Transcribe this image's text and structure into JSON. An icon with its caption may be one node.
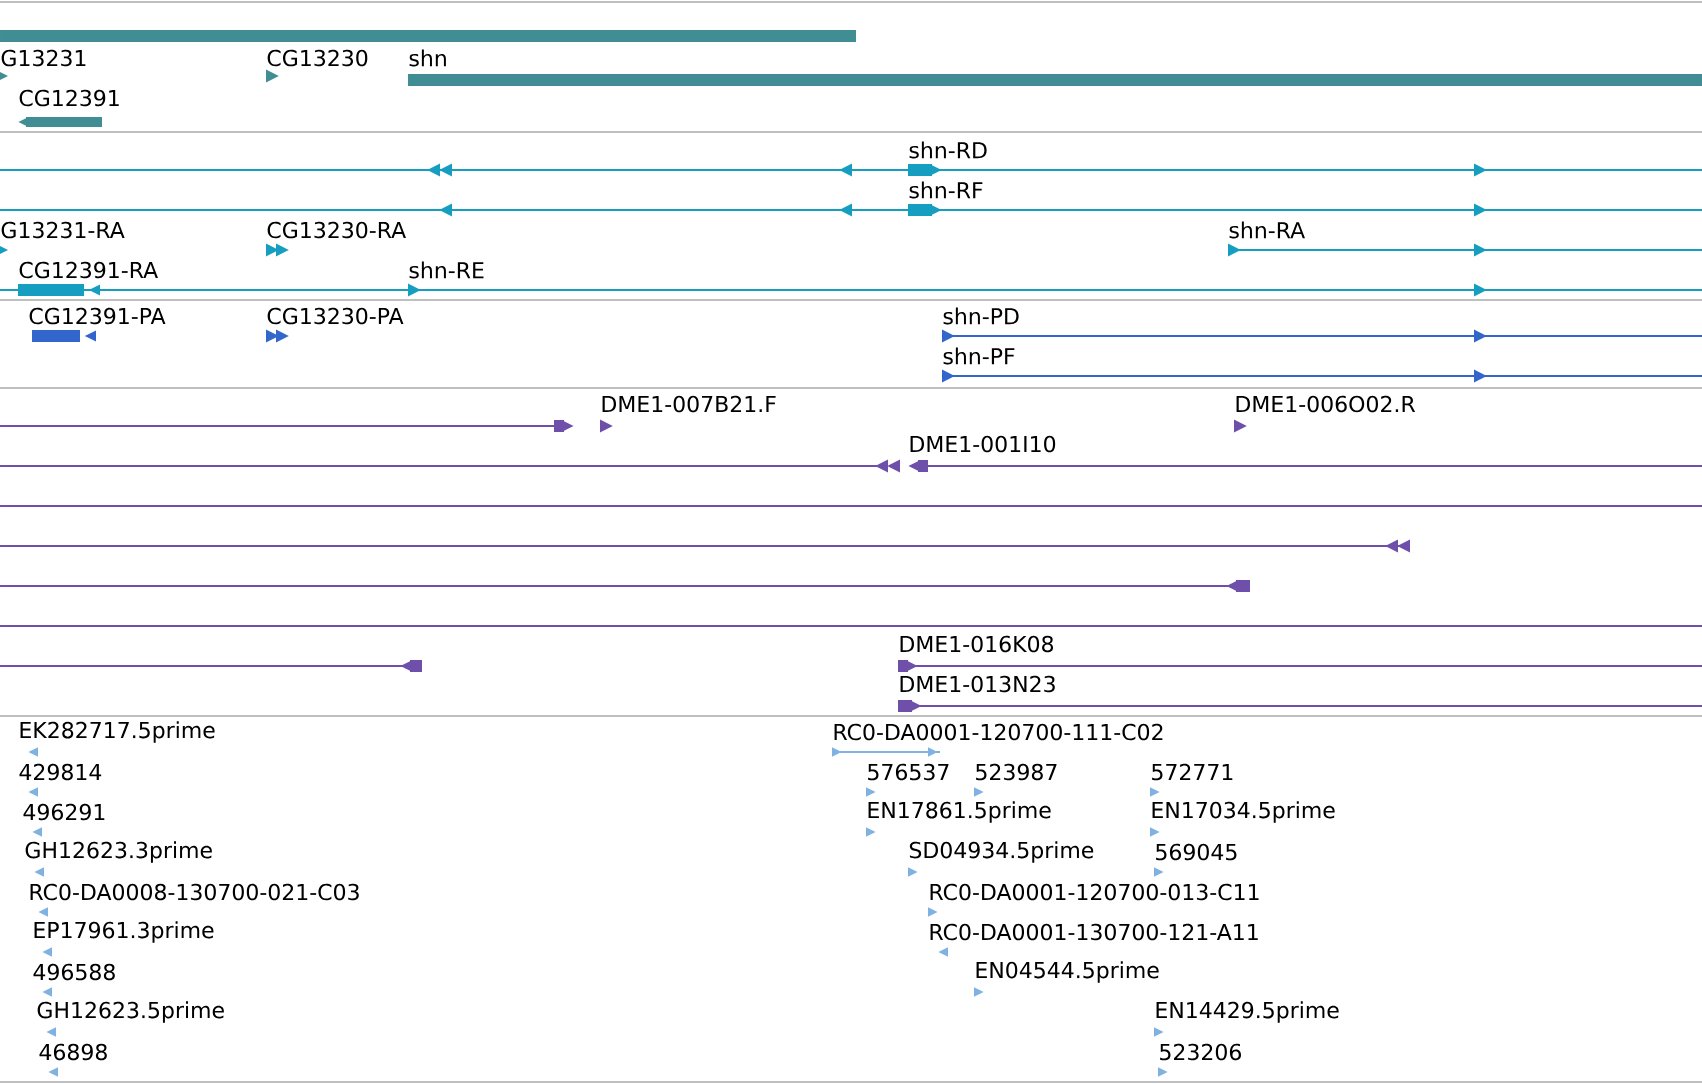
{
  "diagram": {
    "labels": [
      "G13231",
      "CG13230",
      "shn",
      "CG12391",
      "shn-RD",
      "shn-RF",
      "G13231-RA",
      "CG13230-RA",
      "shn-RA",
      "CG12391-RA",
      "shn-RE",
      "CG12391-PA",
      "CG13230-PA",
      "shn-PD",
      "shn-PF",
      "DME1-007B21.F",
      "DME1-006O02.R",
      "DME1-001I10",
      "DME1-016K08",
      "DME1-013N23",
      "EK282717.5prime",
      "RC0-DA0001-120700-111-C02",
      "429814",
      "576537",
      "523987",
      "572771",
      "496291",
      "EN17861.5prime",
      "EN17034.5prime",
      "GH12623.3prime",
      "SD04934.5prime",
      "569045",
      "RC0-DA0008-130700-021-C03",
      "RC0-DA0001-120700-013-C11",
      "EP17961.3prime",
      "RC0-DA0001-130700-121-A11",
      "496588",
      "EN04544.5prime",
      "GH12623.5prime",
      "EN14429.5prime",
      "46898",
      "523206"
    ]
  }
}
